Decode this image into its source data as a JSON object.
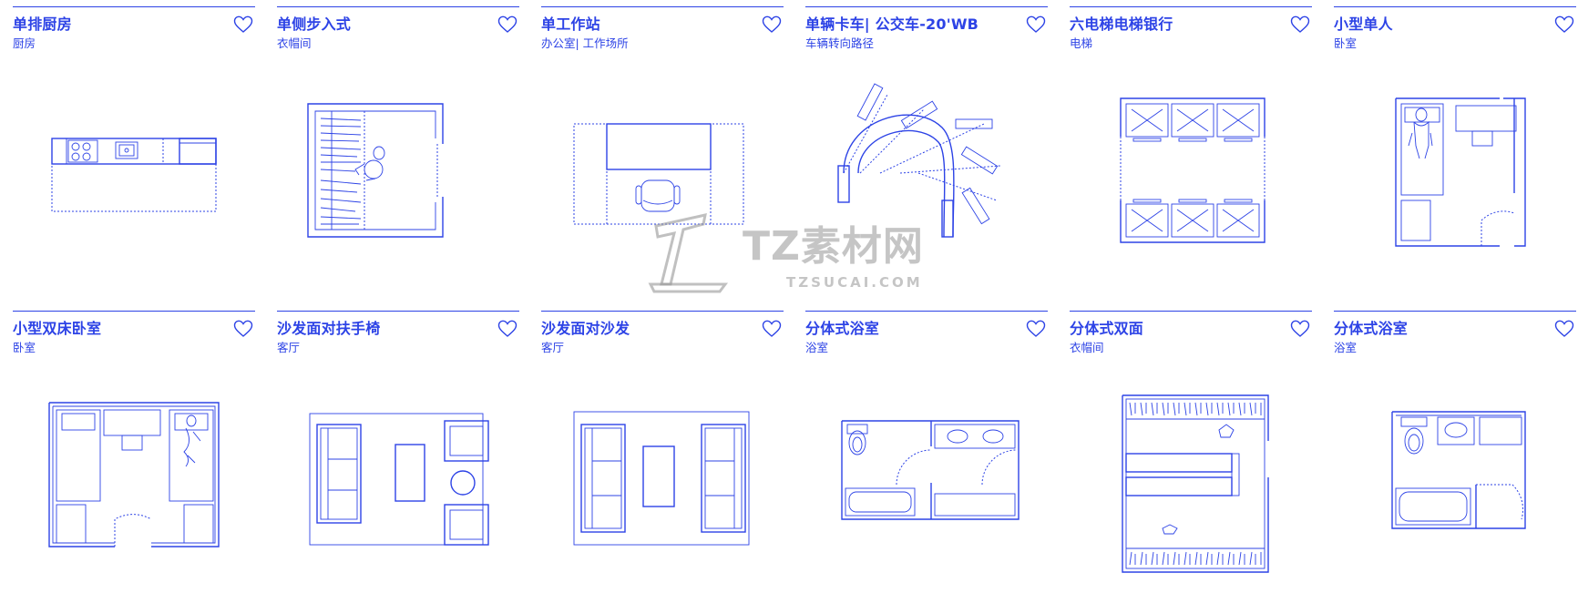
{
  "cards": [
    {
      "title": "单排厨房",
      "subtitle": "厨房",
      "icon": "heart-outline-icon"
    },
    {
      "title": "单侧步入式",
      "subtitle": "衣帽间",
      "icon": "heart-outline-icon"
    },
    {
      "title": "单工作站",
      "subtitle": "办公室| 工作场所",
      "icon": "heart-outline-icon"
    },
    {
      "title": "单辆卡车| 公交车-20'WB",
      "subtitle": "车辆转向路径",
      "icon": "heart-outline-icon"
    },
    {
      "title": "六电梯电梯银行",
      "subtitle": "电梯",
      "icon": "heart-outline-icon"
    },
    {
      "title": "小型单人",
      "subtitle": "卧室",
      "icon": "heart-outline-icon"
    },
    {
      "title": "小型双床卧室",
      "subtitle": "卧室",
      "icon": "heart-outline-icon"
    },
    {
      "title": "沙发面对扶手椅",
      "subtitle": "客厅",
      "icon": "heart-outline-icon"
    },
    {
      "title": "沙发面对沙发",
      "subtitle": "客厅",
      "icon": "heart-outline-icon"
    },
    {
      "title": "分体式浴室",
      "subtitle": "浴室",
      "icon": "heart-outline-icon"
    },
    {
      "title": "分体式双面",
      "subtitle": "衣帽间",
      "icon": "heart-outline-icon"
    },
    {
      "title": "分体式浴室",
      "subtitle": "浴室",
      "icon": "heart-outline-icon"
    }
  ],
  "watermark": {
    "text": "TZ素材网",
    "sub": "TZSUCAI.COM"
  },
  "colors": {
    "accent": "#2d43e6",
    "watermark": "#969696"
  }
}
